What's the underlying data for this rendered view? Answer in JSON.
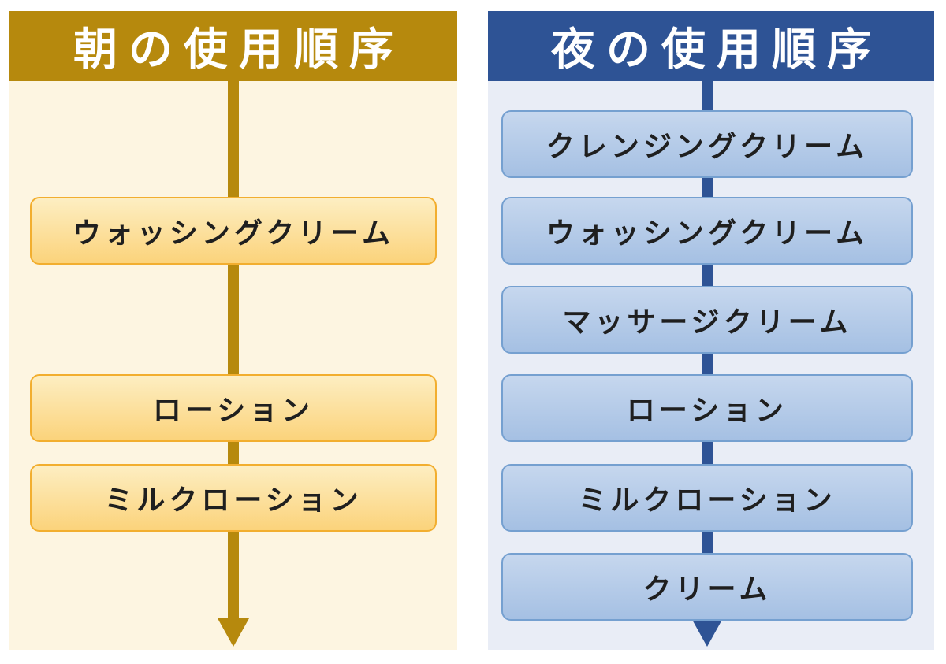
{
  "diagram_type": "skincare-usage-order-flowchart",
  "morning": {
    "title": "朝の使用順序",
    "theme": {
      "header_bg": "#B6890D",
      "body_bg": "#FDF5E1",
      "box_border": "#F2AE2F",
      "box_fill_top": "#FDEEC2",
      "box_fill_bottom": "#FBD37B",
      "arrow_color": "#B6890D",
      "title_color": "#FFFFFF",
      "step_text_color": "#1F1F1F"
    },
    "steps": [
      {
        "label": "ウォッシングクリーム"
      },
      {
        "label": "ローション"
      },
      {
        "label": "ミルクローション"
      }
    ]
  },
  "night": {
    "title": "夜の使用順序",
    "theme": {
      "header_bg": "#2E5395",
      "body_bg": "#E9EDF6",
      "box_border": "#75A0D0",
      "box_fill_top": "#C6D7EE",
      "box_fill_bottom": "#A5C0E3",
      "arrow_color": "#2E5395",
      "title_color": "#FFFFFF",
      "step_text_color": "#1F1F1F"
    },
    "steps": [
      {
        "label": "クレンジングクリーム"
      },
      {
        "label": "ウォッシングクリーム"
      },
      {
        "label": "マッサージクリーム"
      },
      {
        "label": "ローション"
      },
      {
        "label": "ミルクローション"
      },
      {
        "label": "クリーム"
      }
    ]
  }
}
